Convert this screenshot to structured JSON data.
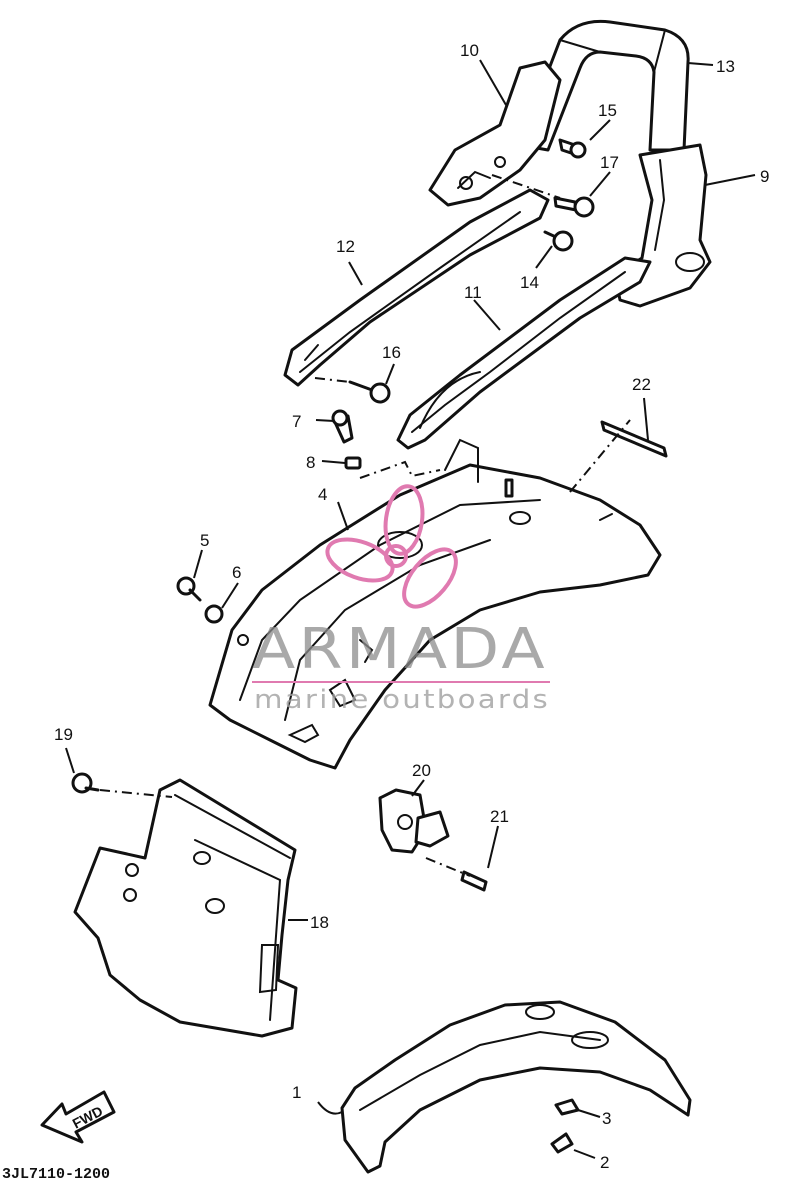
{
  "diagram": {
    "callouts": [
      "1",
      "2",
      "3",
      "4",
      "5",
      "6",
      "7",
      "8",
      "9",
      "10",
      "11",
      "12",
      "13",
      "14",
      "15",
      "16",
      "17",
      "18",
      "19",
      "20",
      "21",
      "22"
    ],
    "part_code": "3JL7110-1200",
    "fwd_label": "FWD"
  },
  "watermark": {
    "brand": "ARMADA",
    "tagline": "marine outboards",
    "accent_color": "#e07ab0"
  }
}
